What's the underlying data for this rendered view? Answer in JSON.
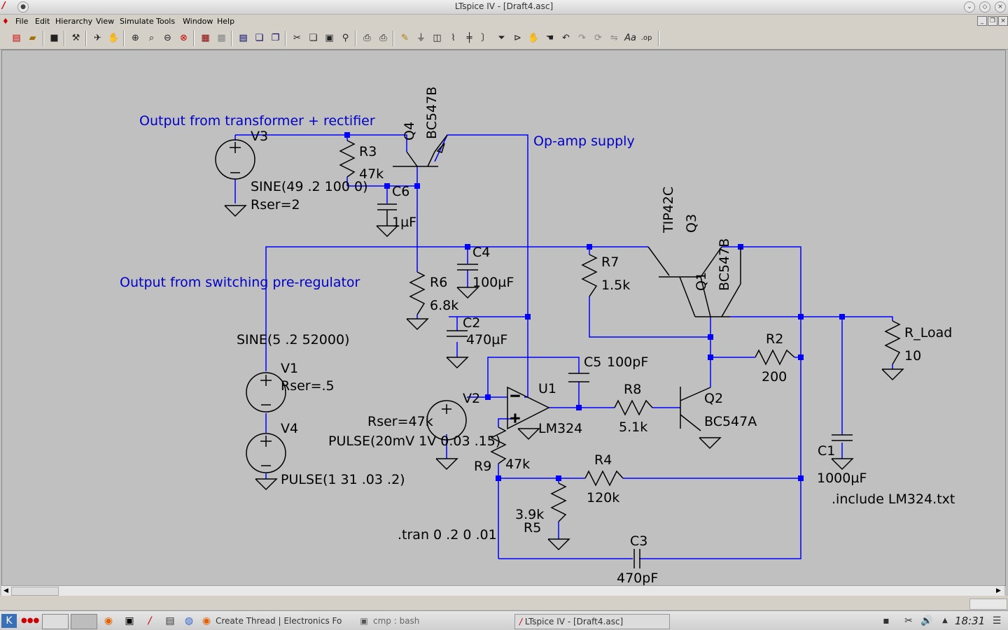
{
  "window": {
    "title": "LTspice IV - [Draft4.asc]"
  },
  "menu": [
    "File",
    "Edit",
    "Hierarchy",
    "View",
    "Simulate",
    "Tools",
    "Window",
    "Help"
  ],
  "toolbar_icons": [
    "new-schematic-icon",
    "open-icon",
    "save-icon",
    "control-panel-icon",
    "run-icon",
    "halt-icon",
    "zoom-in-icon",
    "zoom-full-icon",
    "zoom-out-icon",
    "zoom-cancel-icon",
    "waveform-icon",
    "waveform-autorange-icon",
    "tile-icon",
    "cascade-icon",
    "close-windows-icon",
    "cut-icon",
    "copy-icon",
    "paste-icon",
    "find-icon",
    "print-setup-icon",
    "print-icon",
    "wire-icon",
    "ground-icon",
    "label-net-icon",
    "resistor-icon",
    "capacitor-icon",
    "inductor-icon",
    "diode-icon",
    "component-icon",
    "move-icon",
    "drag-icon",
    "undo-icon",
    "redo-icon",
    "rotate-icon",
    "mirror-icon",
    "text-icon",
    "spice-directive-icon"
  ],
  "schematic": {
    "notes": {
      "transformer": "Output from transformer + rectifier",
      "opamp_supply": "Op-amp supply",
      "preregulator": "Output from switching pre-regulator"
    },
    "labels": {
      "V3": "V3",
      "V3_val": "SINE(49 .2 100 0)",
      "V3_rser": "Rser=2",
      "R3": "R3",
      "R3_val": "47k",
      "Q4": "Q4",
      "Q4_model": "BC547B",
      "C6": "C6",
      "C6_val": "1µF",
      "C4": "C4",
      "C4_val": "100µF",
      "R6": "R6",
      "R6_val": "6.8k",
      "R7": "R7",
      "R7_val": "1.5k",
      "Q3_model": "TIP42C",
      "Q3": "Q3",
      "Q1": "Q1",
      "Q1_model": "BC547B",
      "C2": "C2",
      "C2_val": "470µF",
      "V1_sine": "SINE(5 .2 52000)",
      "V1": "V1",
      "V1_rser": "Rser=.5",
      "V4": "V4",
      "V4_val": "PULSE(1 31 .03 .2)",
      "C5": "C5",
      "C5_val": "100pF",
      "V2": "V2",
      "V2_rser": "Rser=47k",
      "V2_val": "PULSE(20mV 1V 0.03 .15)",
      "U1": "U1",
      "U1_model": "LM324",
      "R8": "R8",
      "R8_val": "5.1k",
      "Q2": "Q2",
      "Q2_model": "BC547A",
      "R2": "R2",
      "R2_val": "200",
      "R_Load": "R_Load",
      "R_Load_val": "10",
      "R9": "R9",
      "R9_val": "47k",
      "R4": "R4",
      "R4_val": "120k",
      "R5": "R5",
      "R5_val": "3.9k",
      "C1": "C1",
      "C1_val": "1000µF",
      "include": ".include LM324.txt",
      "tran": ".tran 0 .2 0 .01",
      "C3": "C3",
      "C3_val": "470pF"
    },
    "colors": {
      "wire": "#0000ff",
      "junction": "#0000ff",
      "component": "#000000",
      "note": "#0000c8",
      "background": "#c0c0c0"
    }
  },
  "taskbar": {
    "tasks": [
      {
        "label": "Create Thread | Electronics Fo"
      },
      {
        "label": "cmp : bash"
      },
      {
        "label": "LTspice IV - [Draft4.asc]"
      }
    ],
    "clock": "18:31"
  }
}
